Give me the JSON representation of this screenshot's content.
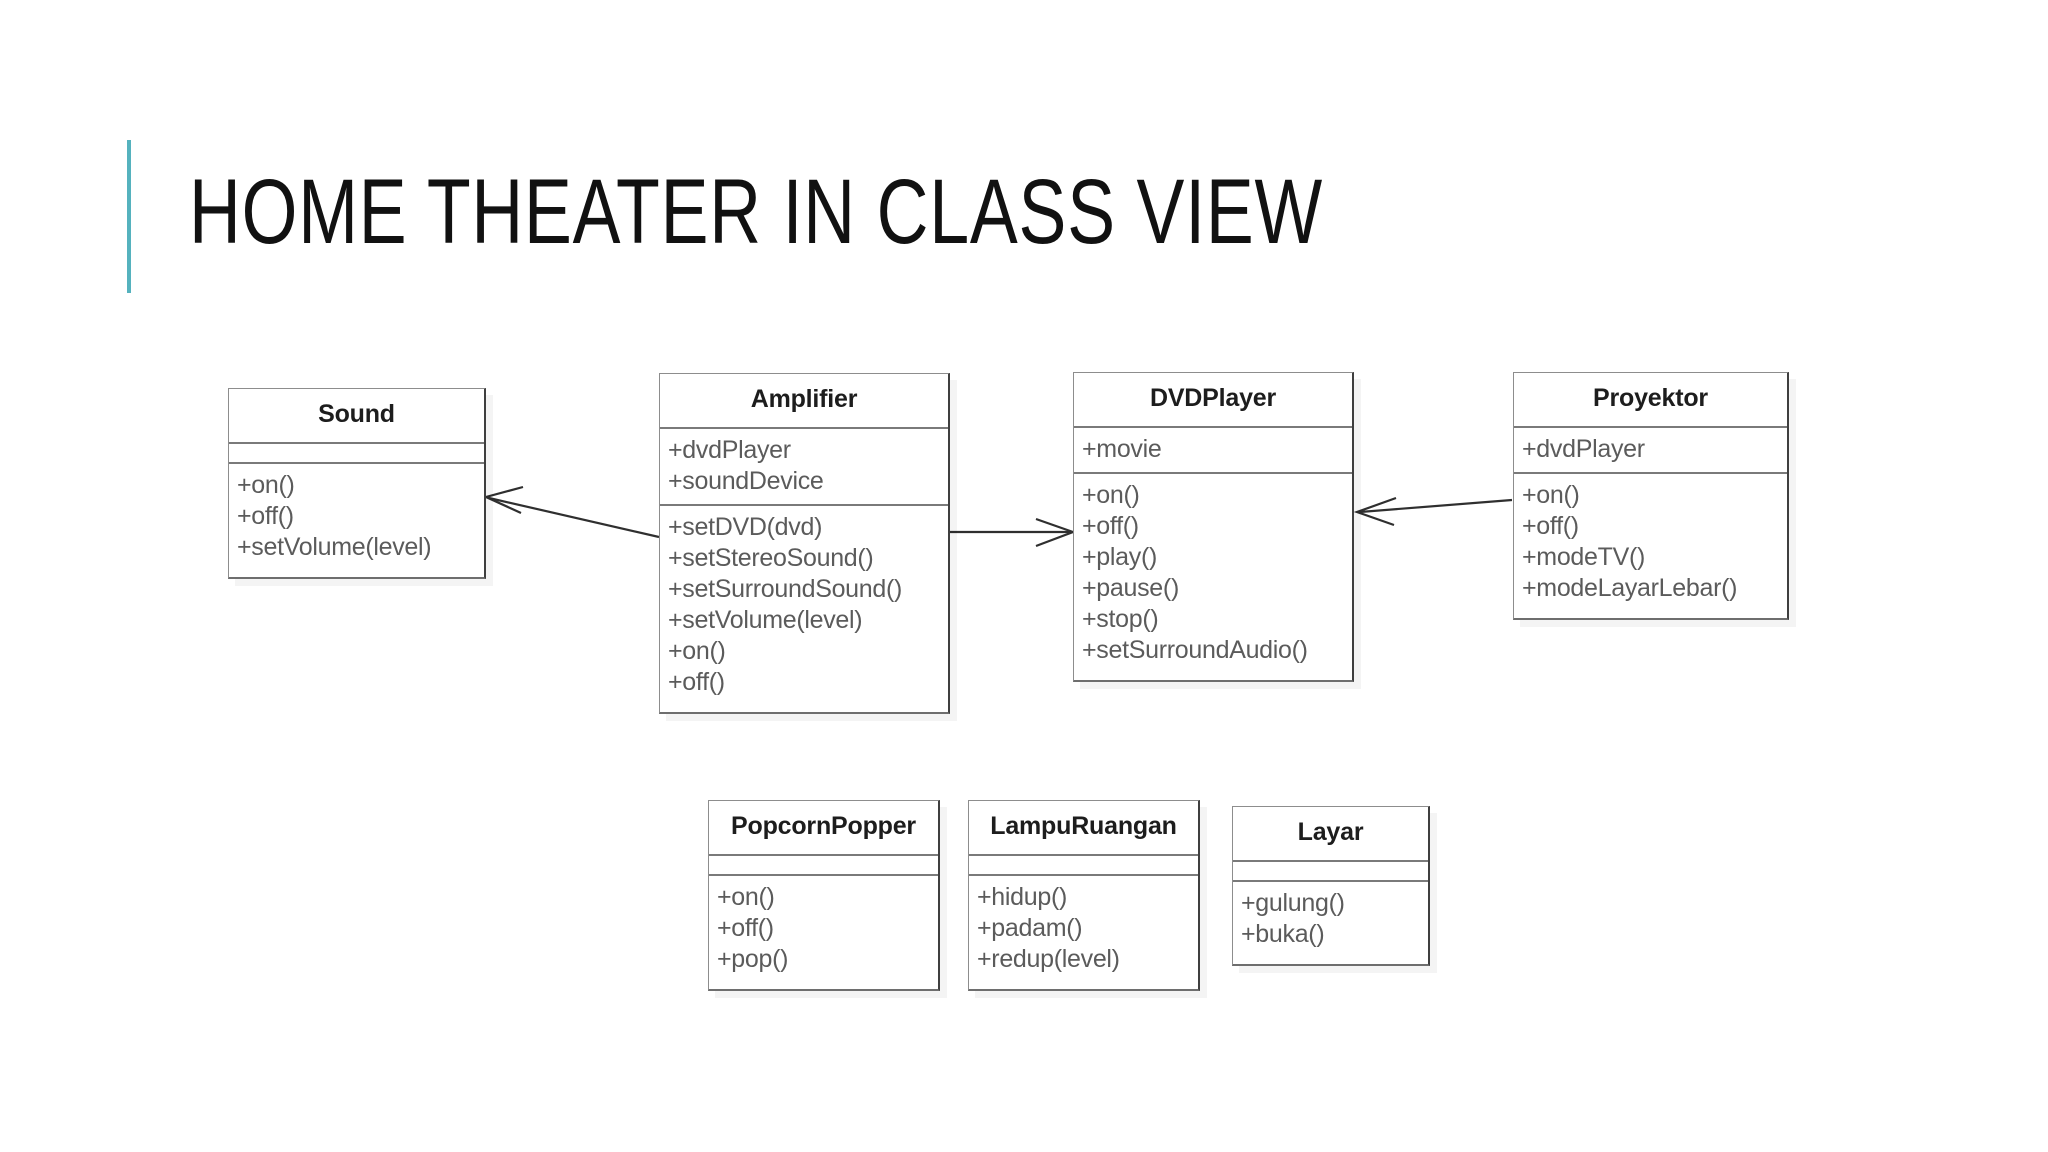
{
  "slide": {
    "title": "Home Theater in Class View",
    "accent_color": "#55b2be",
    "background_color": "#ffffff"
  },
  "diagram": {
    "type": "uml-class-diagram",
    "classes": [
      {
        "id": "sound",
        "name": "Sound",
        "attributes": [],
        "methods": [
          "+on()",
          "+off()",
          "+setVolume(level)"
        ]
      },
      {
        "id": "amplifier",
        "name": "Amplifier",
        "attributes": [
          "+dvdPlayer",
          "+soundDevice"
        ],
        "methods": [
          "+setDVD(dvd)",
          "+setStereoSound()",
          "+setSurroundSound()",
          "+setVolume(level)",
          "+on()",
          "+off()"
        ]
      },
      {
        "id": "dvdplayer",
        "name": "DVDPlayer",
        "attributes": [
          "+movie"
        ],
        "methods": [
          "+on()",
          "+off()",
          "+play()",
          "+pause()",
          "+stop()",
          "+setSurroundAudio()"
        ]
      },
      {
        "id": "proyektor",
        "name": "Proyektor",
        "attributes": [
          "+dvdPlayer"
        ],
        "methods": [
          "+on()",
          "+off()",
          "+modeTV()",
          "+modeLayarLebar()"
        ]
      },
      {
        "id": "popcornpopper",
        "name": "PopcornPopper",
        "attributes": [],
        "methods": [
          "+on()",
          "+off()",
          "+pop()"
        ]
      },
      {
        "id": "lampuruangan",
        "name": "LampuRuangan",
        "attributes": [],
        "methods": [
          "+hidup()",
          "+padam()",
          "+redup(level)"
        ]
      },
      {
        "id": "layar",
        "name": "Layar",
        "attributes": [],
        "methods": [
          "+gulung()",
          "+buka()"
        ]
      }
    ],
    "associations": [
      {
        "from": "Amplifier",
        "to": "Sound",
        "direction": "left"
      },
      {
        "from": "Amplifier",
        "to": "DVDPlayer",
        "direction": "right"
      },
      {
        "from": "Proyektor",
        "to": "DVDPlayer",
        "direction": "left"
      }
    ]
  }
}
